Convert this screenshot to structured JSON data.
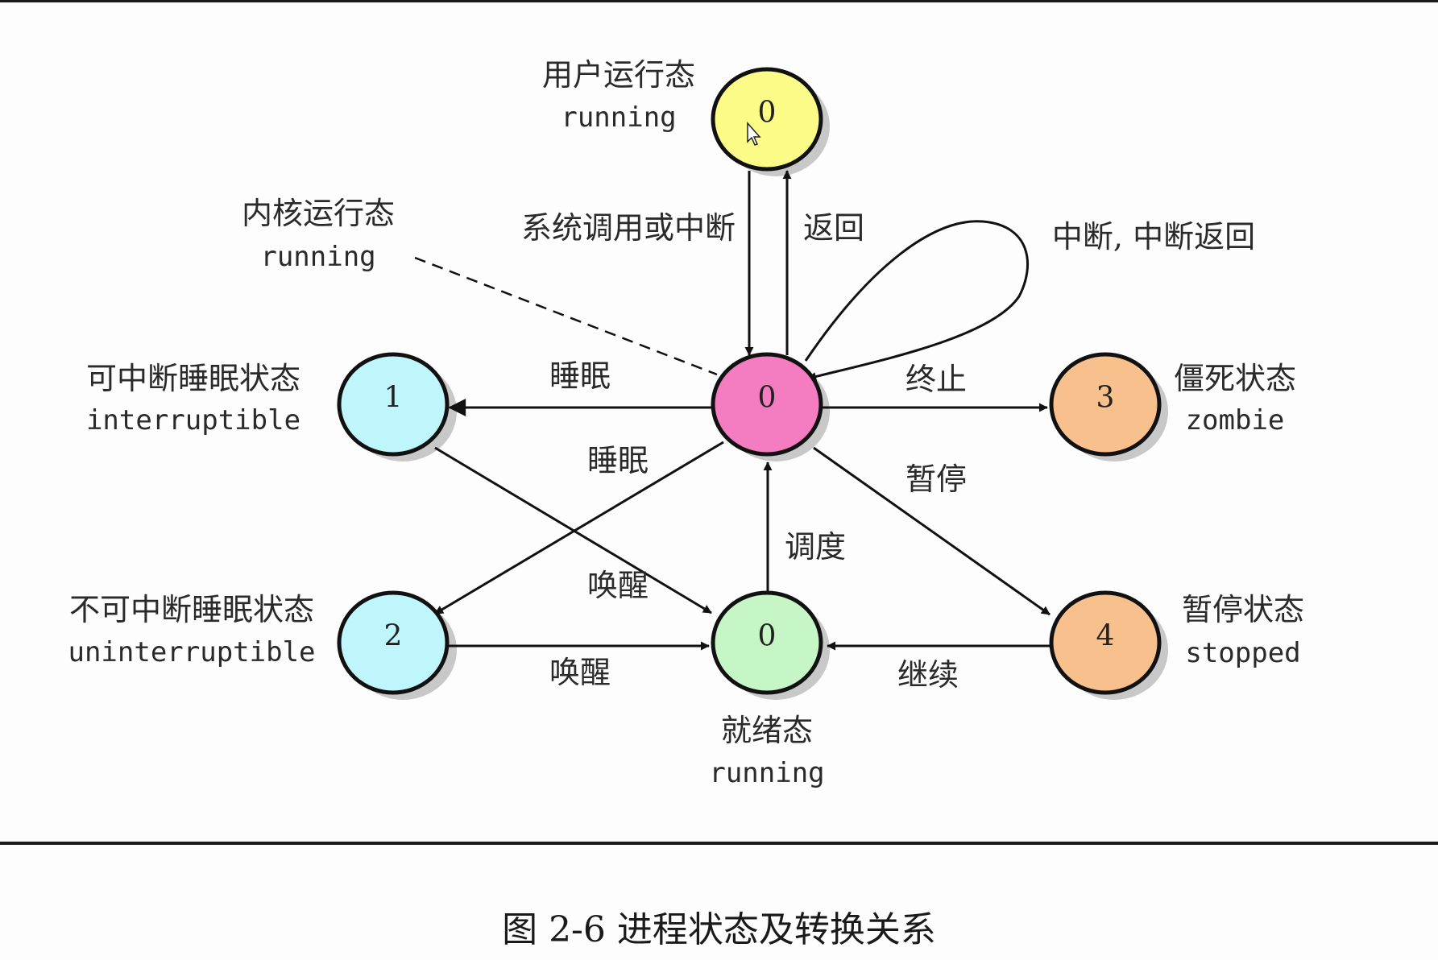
{
  "colors": {
    "user_running": "#fbfb88",
    "kernel_running": "#f47cc0",
    "interruptible": "#bff6fb",
    "uninterruptible": "#bff6fb",
    "ready": "#c6f5c6",
    "zombie": "#f8c08c",
    "stopped": "#f8c08c"
  },
  "states": {
    "user": {
      "number": "0",
      "name_cn": "用户运行态",
      "name_en": "running"
    },
    "kernel": {
      "number": "0",
      "name_cn": "内核运行态",
      "name_en": "running"
    },
    "interruptible": {
      "number": "1",
      "name_cn": "可中断睡眠状态",
      "name_en": "interruptible"
    },
    "uninterruptible": {
      "number": "2",
      "name_cn": "不可中断睡眠状态",
      "name_en": "uninterruptible"
    },
    "ready": {
      "number": "0",
      "name_cn": "就绪态",
      "name_en": "running"
    },
    "zombie": {
      "number": "3",
      "name_cn": "僵死状态",
      "name_en": "zombie"
    },
    "stopped": {
      "number": "4",
      "name_cn": "暂停状态",
      "name_en": "stopped"
    }
  },
  "transitions": {
    "syscall": "系统调用或中断",
    "return": "返回",
    "interrupt_loop": "中断, 中断返回",
    "sleep_interruptible": "睡眠",
    "sleep_uninterruptible": "睡眠",
    "terminate": "终止",
    "pause": "暂停",
    "schedule": "调度",
    "wakeup_interruptible": "唤醒",
    "wakeup_uninterruptible": "唤醒",
    "continue": "继续"
  },
  "caption": "图 2-6 进程状态及转换关系"
}
